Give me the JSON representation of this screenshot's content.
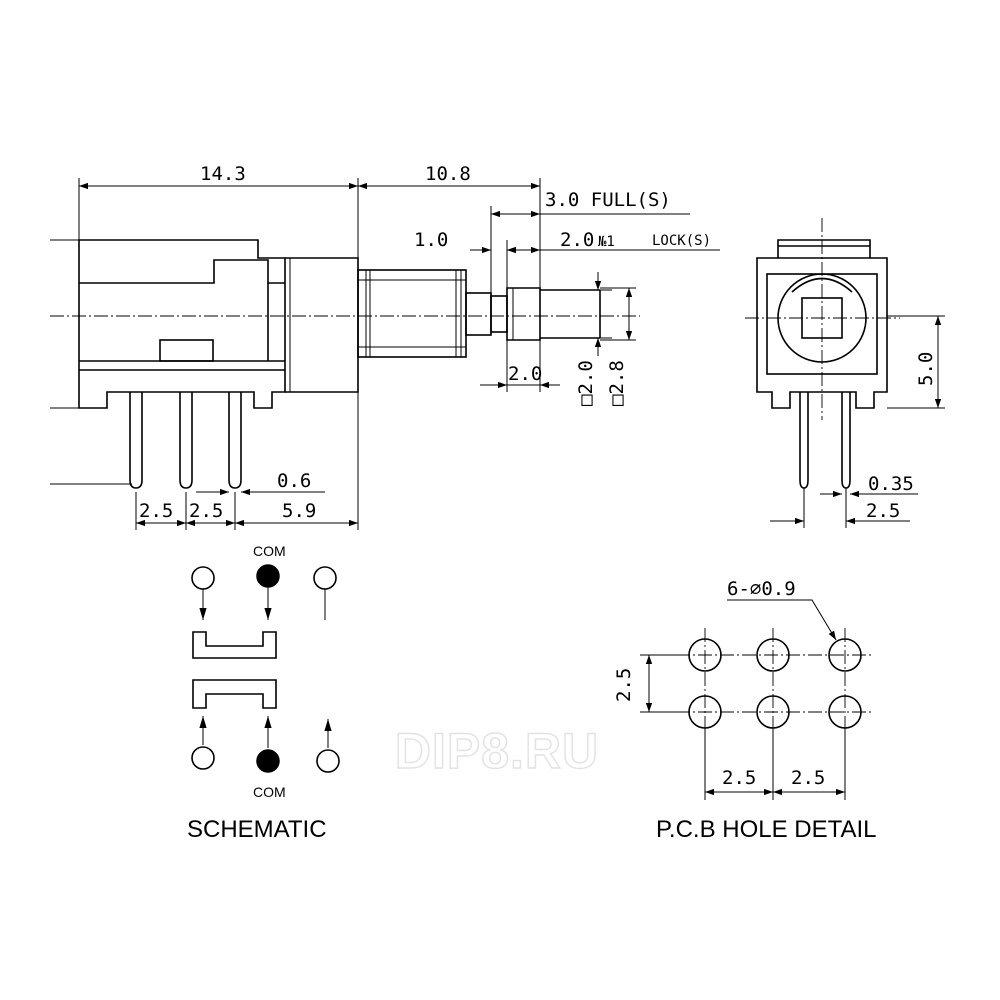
{
  "dimensions": {
    "body_length": "14.3",
    "actuator_length": "10.8",
    "full_travel": "3.0 FULL(S)",
    "no_mark": "№1",
    "lock_travel": "2.0",
    "lock_label": "LOCK(S)",
    "step": "1.0",
    "stem_width": "2.0",
    "stem_square_small": "□2.0",
    "stem_square_large": "□2.8",
    "height": "5.0",
    "pin_pitch_1": "2.5",
    "pin_pitch_2": "2.5",
    "pin_width": "0.6",
    "pin_to_front": "5.9",
    "side_pin_width": "0.35",
    "side_pin_pitch": "2.5",
    "pcb_holes": "6-∅0.9",
    "pcb_row_pitch": "2.5",
    "pcb_col_pitch_1": "2.5",
    "pcb_col_pitch_2": "2.5"
  },
  "schematic": {
    "com_top": "COM",
    "com_bottom": "COM",
    "title": "SCHEMATIC"
  },
  "pcb": {
    "title": "P.C.B HOLE DETAIL"
  },
  "watermark": "DIP8.RU"
}
